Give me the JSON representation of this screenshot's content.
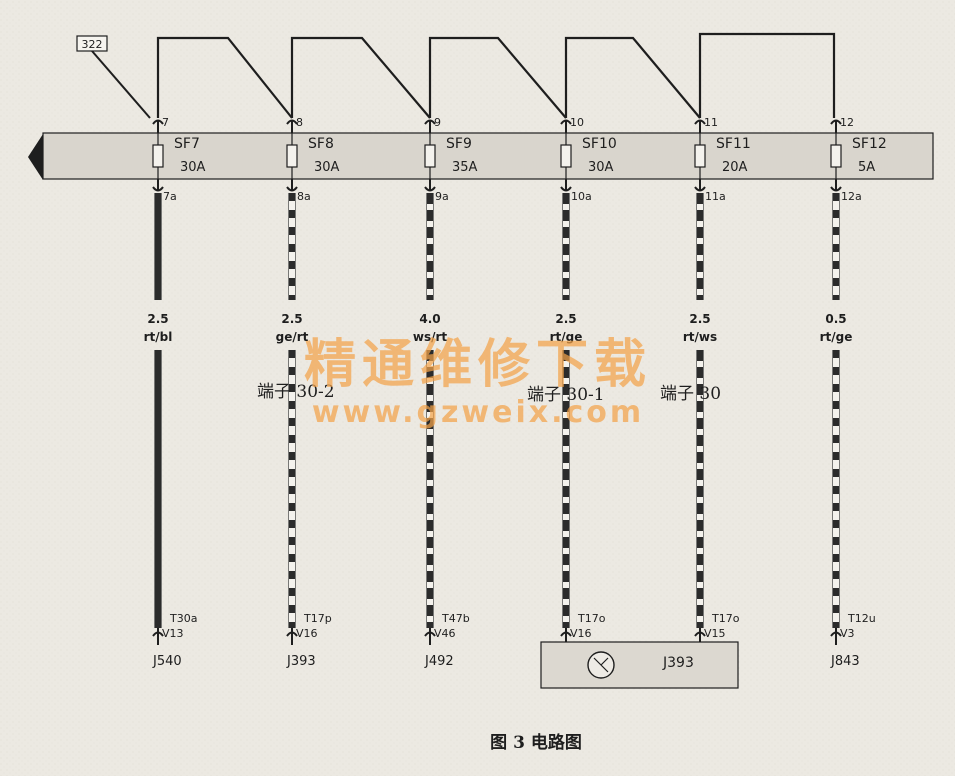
{
  "top_ref": "322",
  "fuses": [
    {
      "id": "sf7",
      "name": "SF7",
      "rating": "30A",
      "in_pin": "7",
      "out_pin": "7a",
      "size": "2.5",
      "color": "rt/bl",
      "conn_pin": "T30a",
      "conn_sub": "V13",
      "component": "J540",
      "pattern": "solid"
    },
    {
      "id": "sf8",
      "name": "SF8",
      "rating": "30A",
      "in_pin": "8",
      "out_pin": "8a",
      "size": "2.5",
      "color": "ge/rt",
      "conn_pin": "T17p",
      "conn_sub": "V16",
      "component": "J393",
      "pattern": "dash-light"
    },
    {
      "id": "sf9",
      "name": "SF9",
      "rating": "35A",
      "in_pin": "9",
      "out_pin": "9a",
      "size": "4.0",
      "color": "ws/rt",
      "conn_pin": "T47b",
      "conn_sub": "V46",
      "component": "J492",
      "pattern": "dash-heavy"
    },
    {
      "id": "sf10",
      "name": "SF10",
      "rating": "30A",
      "in_pin": "10",
      "out_pin": "10a",
      "size": "2.5",
      "color": "rt/ge",
      "conn_pin": "T17o",
      "conn_sub": "V16",
      "component": "",
      "pattern": "dash-heavy"
    },
    {
      "id": "sf11",
      "name": "SF11",
      "rating": "20A",
      "in_pin": "11",
      "out_pin": "11a",
      "size": "2.5",
      "color": "rt/ws",
      "conn_pin": "T17o",
      "conn_sub": "V15",
      "component": "",
      "pattern": "dash-heavy"
    },
    {
      "id": "sf12",
      "name": "SF12",
      "rating": "5A",
      "in_pin": "12",
      "out_pin": "12a",
      "size": "0.5",
      "color": "rt/ge",
      "conn_pin": "T12u",
      "conn_sub": "V3",
      "component": "J843",
      "pattern": "dash-light"
    }
  ],
  "terminals": {
    "t30_2": "端子 30-2",
    "t30_1": "端子 30-1",
    "t30": "端子 30"
  },
  "module_box_label": "J393",
  "watermark": {
    "line1": "精通维修下载",
    "line2": "www.gzweix.com"
  },
  "caption": "图 3    电路图",
  "colors": {
    "band": "#d9d5cd",
    "ink": "#1e1e1e",
    "watermark": "#f2a24a"
  }
}
